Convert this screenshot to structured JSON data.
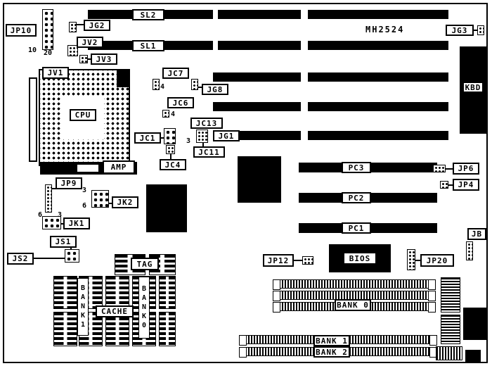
{
  "diagram": {
    "model": "MH2524",
    "colors": {
      "ink": "#000000",
      "paper": "#ffffff"
    }
  },
  "labels": {
    "jp10": "JP10",
    "jg2": "JG2",
    "jv2": "JV2",
    "jv3": "JV3",
    "jv1": "JV1",
    "sl2": "SL2",
    "sl1": "SL1",
    "jg3": "JG3",
    "kbd": "KBD",
    "cpu": "CPU",
    "jc7": "JC7",
    "jg8": "JG8",
    "jc6": "JC6",
    "jc13": "JC13",
    "jc1": "JC1",
    "jg1": "JG1",
    "jc4": "JC4",
    "jc11": "JC11",
    "amp": "AMP",
    "jp9": "JP9",
    "jk2": "JK2",
    "jk1": "JK1",
    "js1": "JS1",
    "js2": "JS2",
    "pc3": "PC3",
    "pc2": "PC2",
    "pc1": "PC1",
    "jp6": "JP6",
    "jp4": "JP4",
    "jb": "JB",
    "jp12": "JP12",
    "bios": "BIOS",
    "jp20": "JP20",
    "tag": "TAG",
    "cache": "CACHE",
    "bank1_vertical": "BANK1",
    "bank0_vertical": "BANK0",
    "bank0": "BANK 0",
    "bank1": "BANK 1",
    "bank2": "BANK 2"
  },
  "pin_numbers": {
    "jp10_first": "10",
    "jp10_last": "20",
    "jc7": "4",
    "jc6": "4",
    "jc13": "3",
    "jk2_top": "3",
    "jk2_bottom": "6",
    "jk1_left": "6",
    "jk1_right": "3"
  }
}
